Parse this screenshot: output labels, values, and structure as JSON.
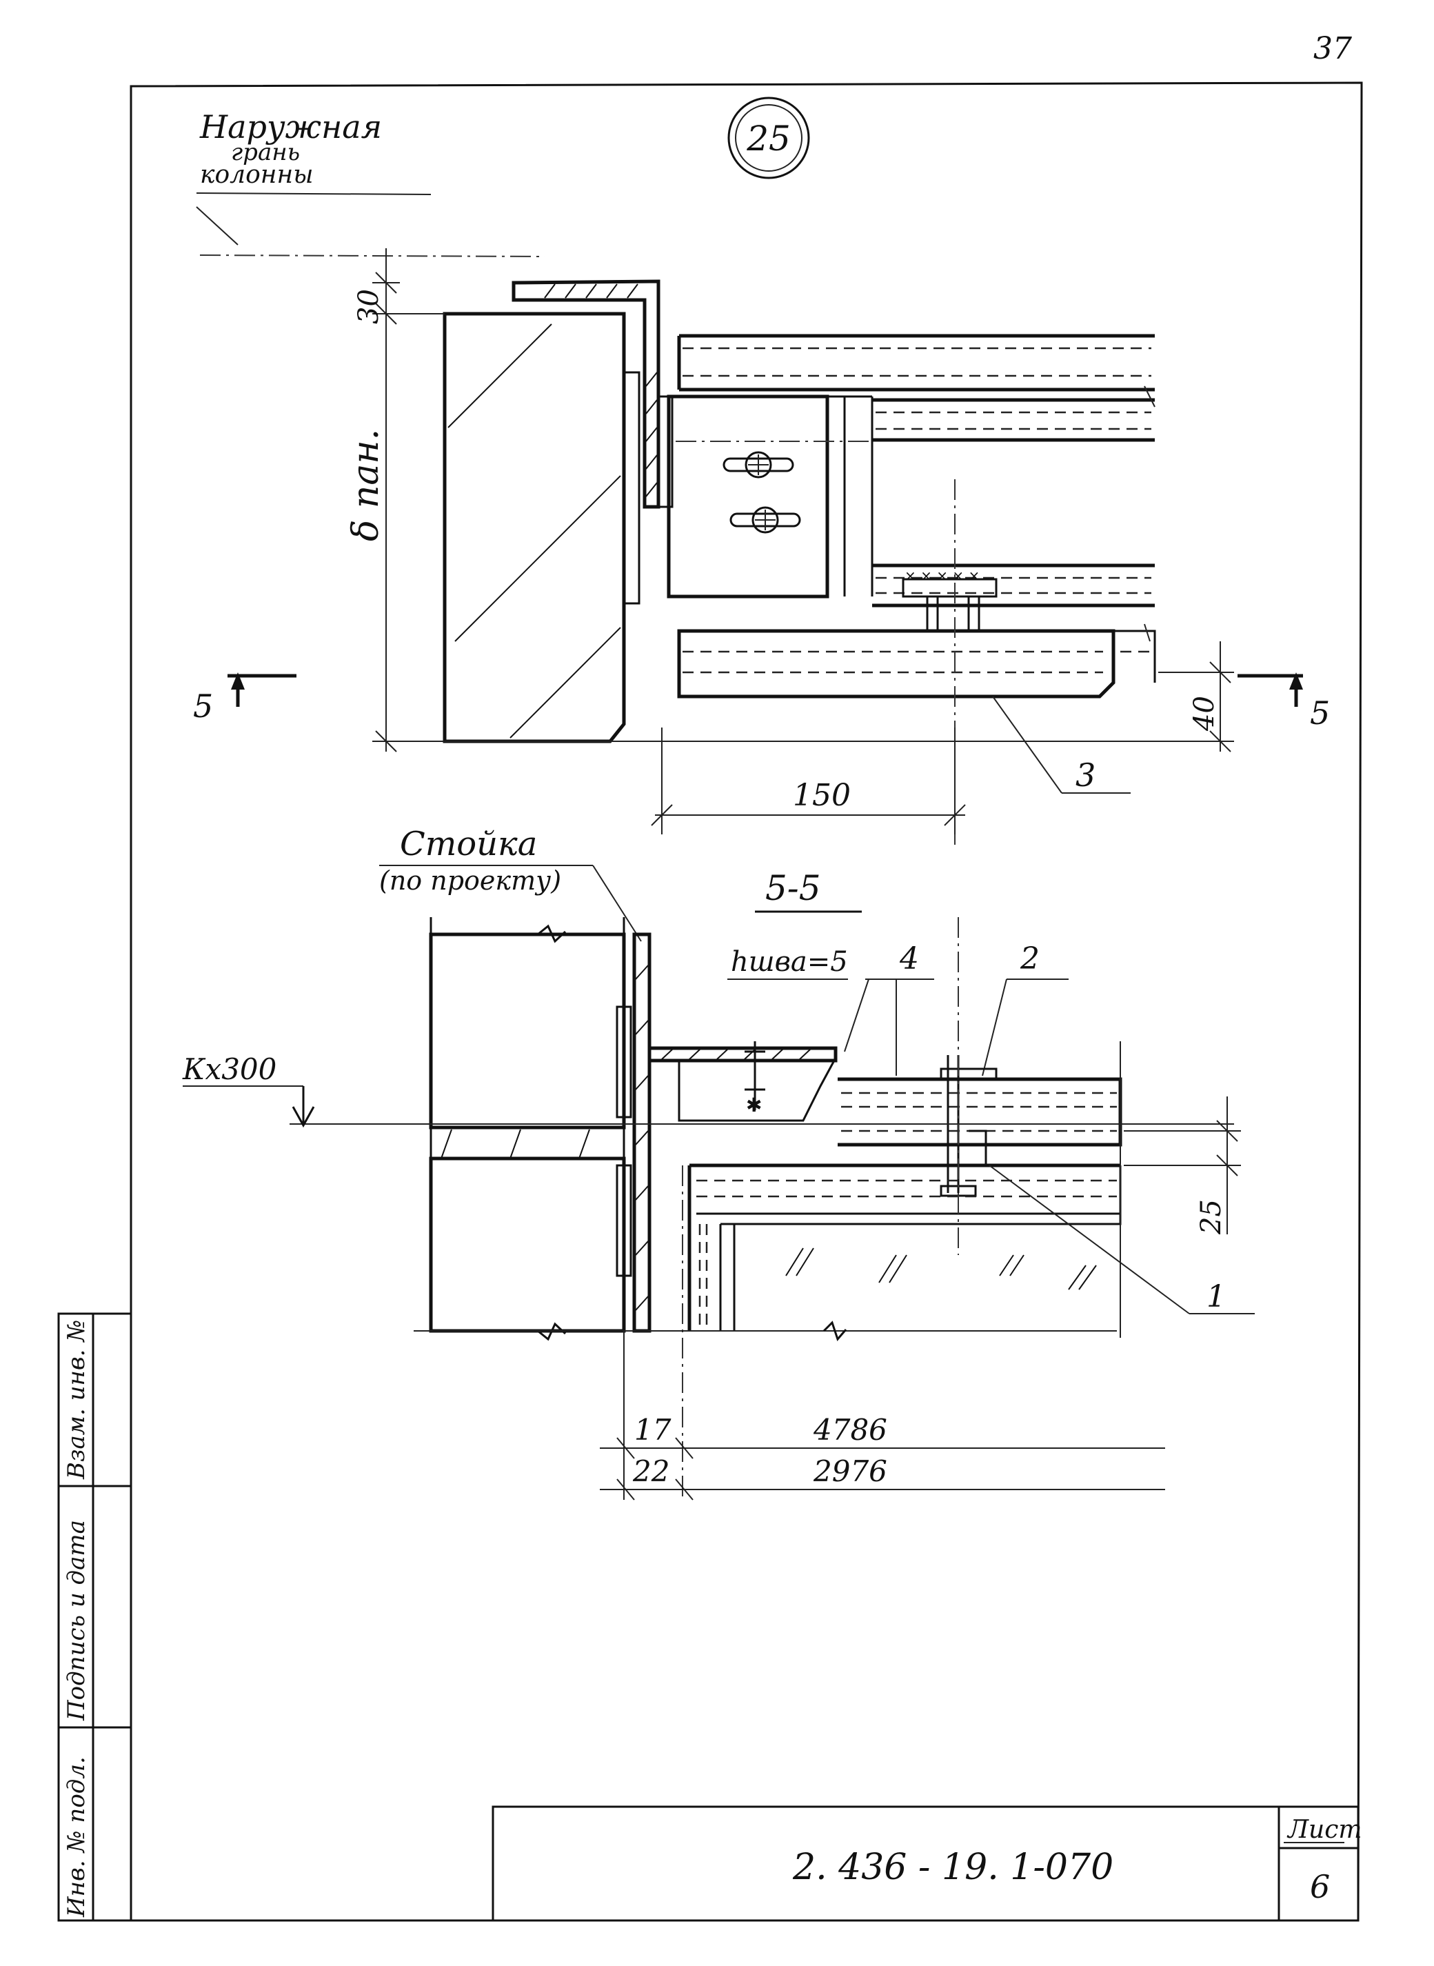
{
  "sheet": {
    "page_number": "37",
    "detail_number": "25",
    "document_code": "2. 436 - 19. 1-070",
    "sheet_label": "Лист",
    "sheet_number": "6"
  },
  "side_stamp": {
    "cells": [
      "Инв. № подл.",
      "Подпись и дата",
      "Взам. инв. №"
    ]
  },
  "upper_view": {
    "note_line1": "Наружная",
    "note_line2": "грань",
    "note_line3": "колонны",
    "dim_top": "30",
    "dim_panel": "δ пан.",
    "dim_width": "150",
    "dim_bottom": "40",
    "section_mark_left": "5",
    "section_mark_right": "5",
    "callout_3": "3"
  },
  "lower_view": {
    "post_label_line1": "Стойка",
    "post_label_line2": "(по проекту)",
    "section_title": "5-5",
    "weld_note": "hшва=5",
    "callout_4": "4",
    "callout_2": "2",
    "callout_1": "1",
    "pitch_note": "Кх300",
    "dim_25": "25",
    "dim_row1_small": "17",
    "dim_row1_large": "4786",
    "dim_row2_small": "22",
    "dim_row2_large": "2976"
  }
}
